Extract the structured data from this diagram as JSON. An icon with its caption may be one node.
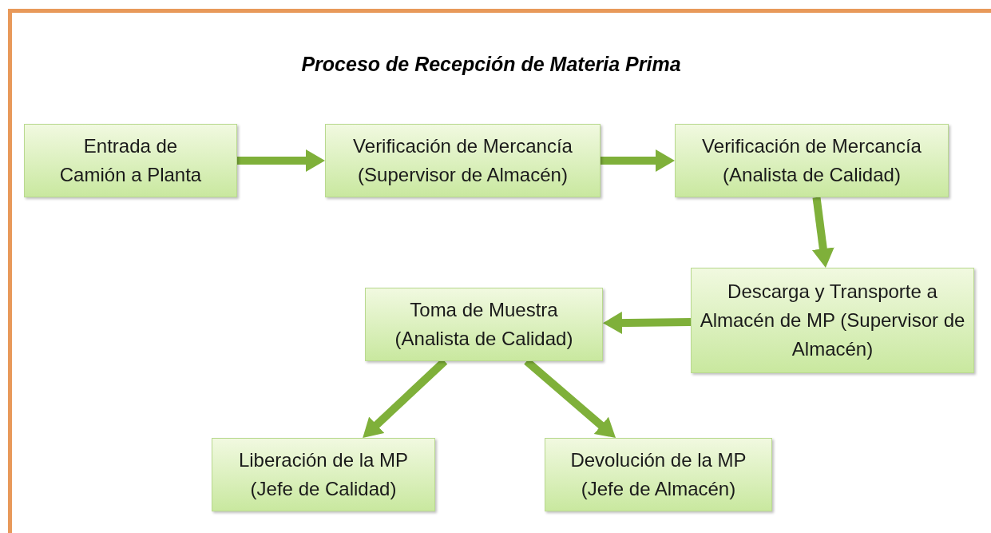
{
  "diagram": {
    "title": "Proceso de Recepción de Materia Prima",
    "nodes": [
      {
        "text": [
          "Entrada de Camión a Planta"
        ]
      },
      {
        "text": [
          "Verificación de Mercancía (Supervisor de Almacén)"
        ]
      },
      {
        "text": [
          "Verificación de Mercancía (Analista de Calidad)"
        ]
      },
      {
        "text": [
          "Descarga y Transporte a Almacén de MP (Supervisor de Almacén)"
        ]
      },
      {
        "text": [
          "Toma de Muestra (Analista de Calidad)"
        ]
      },
      {
        "text": [
          "Liberación de la MP (Jefe de Calidad)"
        ]
      },
      {
        "text": [
          "Devolución de la MP (Jefe de Almacén)"
        ]
      }
    ],
    "edges": [
      {
        "from": 0,
        "to": 1,
        "arrow": "to"
      },
      {
        "from": 1,
        "to": 2,
        "arrow": "to"
      },
      {
        "from": 2,
        "to": 3,
        "arrow": "to"
      },
      {
        "from": 3,
        "to": 4,
        "arrow": "to"
      },
      {
        "from": 4,
        "to": 5,
        "arrow": "to"
      },
      {
        "from": 4,
        "to": 6,
        "arrow": "to"
      }
    ]
  }
}
